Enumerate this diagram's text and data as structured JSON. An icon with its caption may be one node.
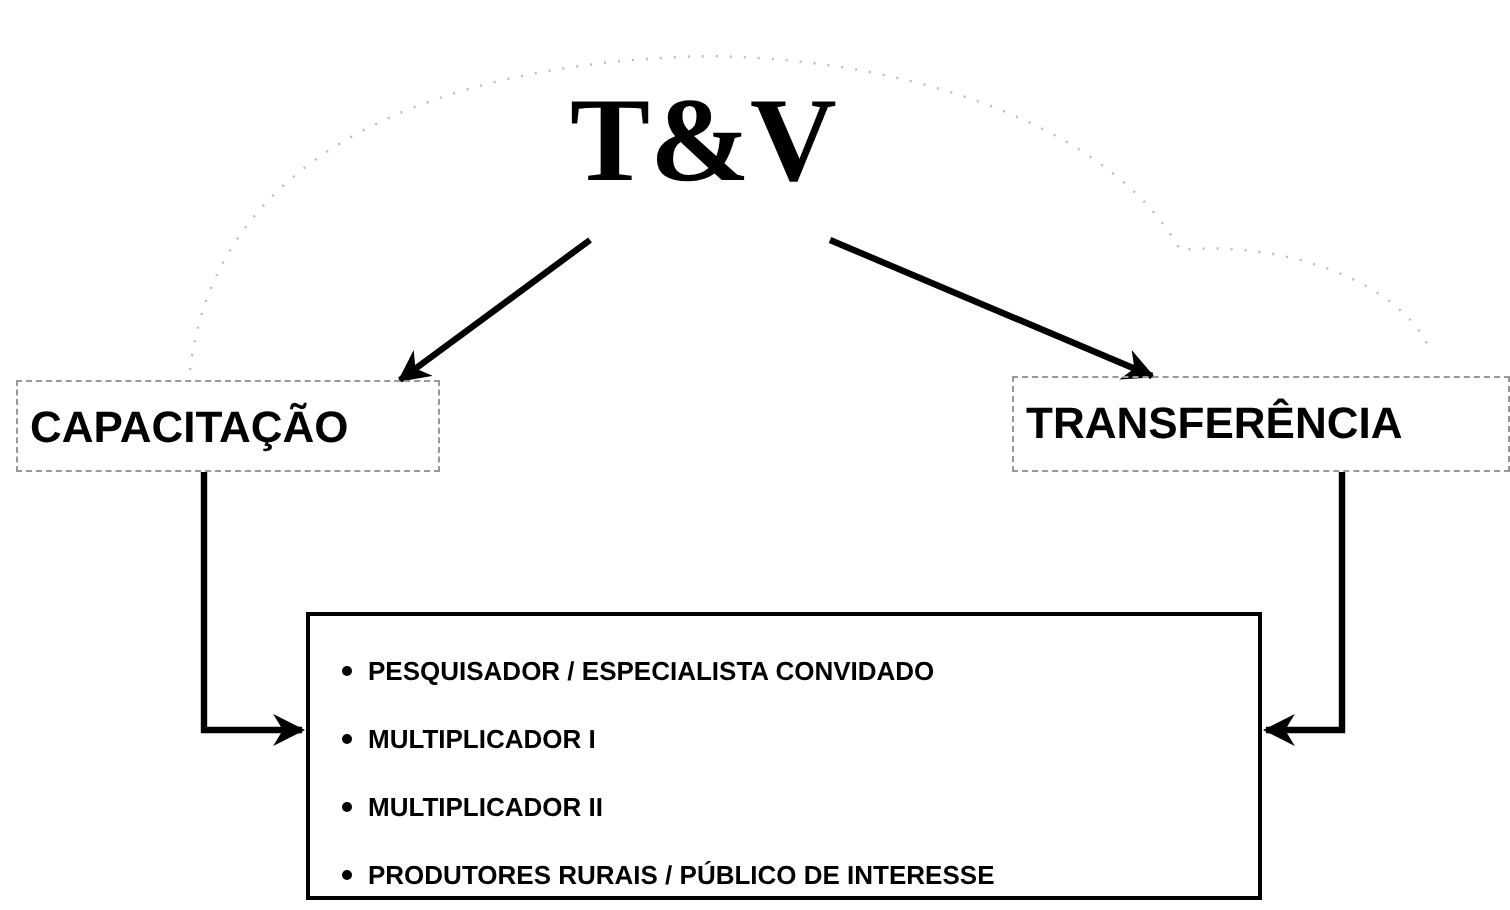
{
  "diagram": {
    "nodes": [
      {
        "text": [
          "T&V"
        ]
      },
      {
        "text": [
          "CAPACITAÇÃO"
        ]
      },
      {
        "text": [
          "TRANSFERÊNCIA"
        ]
      },
      {
        "text": [
          "PESQUISADOR / ESPECIALISTA CONVIDADO",
          "MULTIPLICADOR I",
          "MULTIPLICADOR II",
          "PRODUTORES RURAIS / PÚBLICO DE INTERESSE"
        ]
      }
    ],
    "edges": [
      {
        "from": 0,
        "to": 1,
        "arrow": "to"
      },
      {
        "from": 0,
        "to": 2,
        "arrow": "to"
      },
      {
        "from": 1,
        "to": 3,
        "arrow": "to"
      },
      {
        "from": 2,
        "to": 3,
        "arrow": "to"
      }
    ]
  }
}
